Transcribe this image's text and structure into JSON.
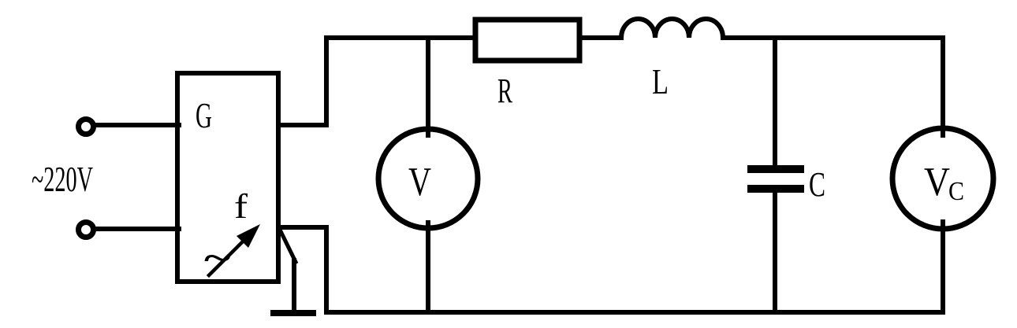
{
  "colors": {
    "line": "#000000",
    "background": "#ffffff"
  },
  "source": {
    "voltage_label": "~220V"
  },
  "generator": {
    "label": "G",
    "frequency_label": "f"
  },
  "components": {
    "resistor_label": "R",
    "inductor_label": "L",
    "capacitor_label": "C"
  },
  "meters": {
    "voltmeter_label": "V",
    "vc_label_main": "V",
    "vc_label_sub": "C"
  }
}
